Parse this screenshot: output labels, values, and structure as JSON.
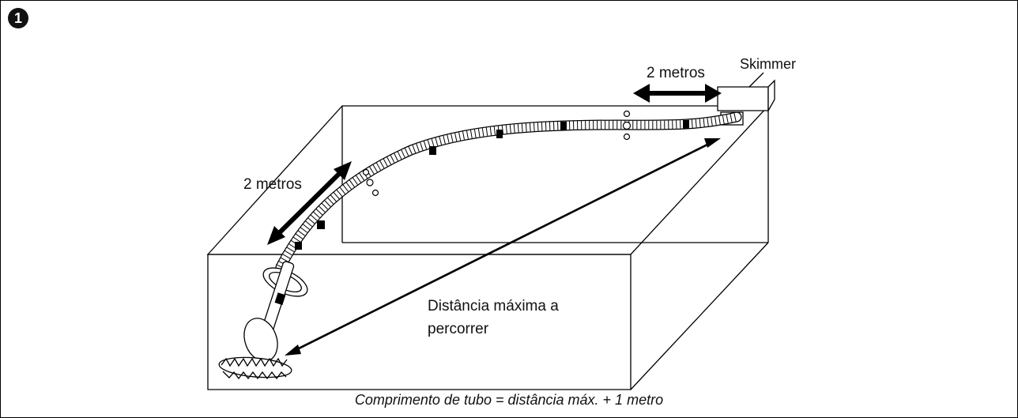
{
  "step_number": "1",
  "labels": {
    "skimmer": "Skimmer",
    "top_distance": "2 metros",
    "left_distance": "2 metros",
    "max_distance": "Distância máxima a percorrer"
  },
  "caption": "Comprimento de tubo = distância máx. + 1 metro",
  "colors": {
    "ink": "#000000",
    "background": "#ffffff"
  },
  "icons": [
    "pool-box",
    "hose",
    "hose-float",
    "pool-cleaner-robot",
    "skimmer-box"
  ]
}
